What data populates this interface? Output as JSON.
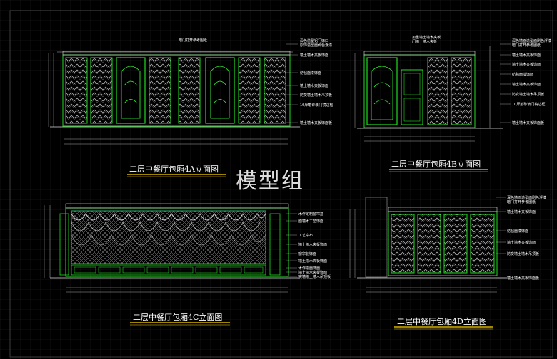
{
  "watermark": "模型组",
  "views": {
    "a": {
      "title": "二层中餐厅包厢4A立面图",
      "notes": [
        "深色造型铝门饰口",
        "原饰造型面刷色浮漆",
        "暗门打开参考图纸",
        "墙土墙木夹板饰面",
        "纺毡面漆饰面",
        "墙土墙木夹板饰面",
        "防变墙土墙木吊顶板",
        "10厚磨砂玻门镜边框",
        "墙土墙木夹板饰面板"
      ]
    },
    "b": {
      "title": "二层中餐厅包厢4B立面图",
      "notes": [
        "加重墙土墙木夹板",
        "门墙土墙木夹板",
        "深色墙面造型面刷色浮漆",
        "暗门打开参考图纸",
        "墙土墙木夹板饰面",
        "墙土墙木夹板饰面",
        "纺毡面漆饰面",
        "墙土墙木夹板饰面",
        "防变墙土墙木吊顶板",
        "10厚磨砂玻门镜边框",
        "墙土墙木夹板饰面板"
      ]
    },
    "c": {
      "title": "二层中餐厅包厢4C立面图",
      "notes": [
        "木作定制窗帘盒",
        "面墙木工艺饰面",
        "工艺帘布",
        "墙土墙木夹板饰面",
        "窗帘装饰面",
        "墙土墙木夹板饰面",
        "木作墙面饰面",
        "墙土墙木夹板饰面",
        "实墙墙土墙木吊顶板"
      ]
    },
    "d": {
      "title": "二层中餐厅包厢4D立面图",
      "notes": [
        "深色墙面造型面刷色浮漆",
        "暗门打开参考图纸",
        "墙土墙木夹板饰面",
        "纺毡面漆饰面",
        "墙土墙木夹板饰面",
        "防变墙土墙木吊顶板",
        "墙土墙木夹板饰面板"
      ]
    }
  }
}
